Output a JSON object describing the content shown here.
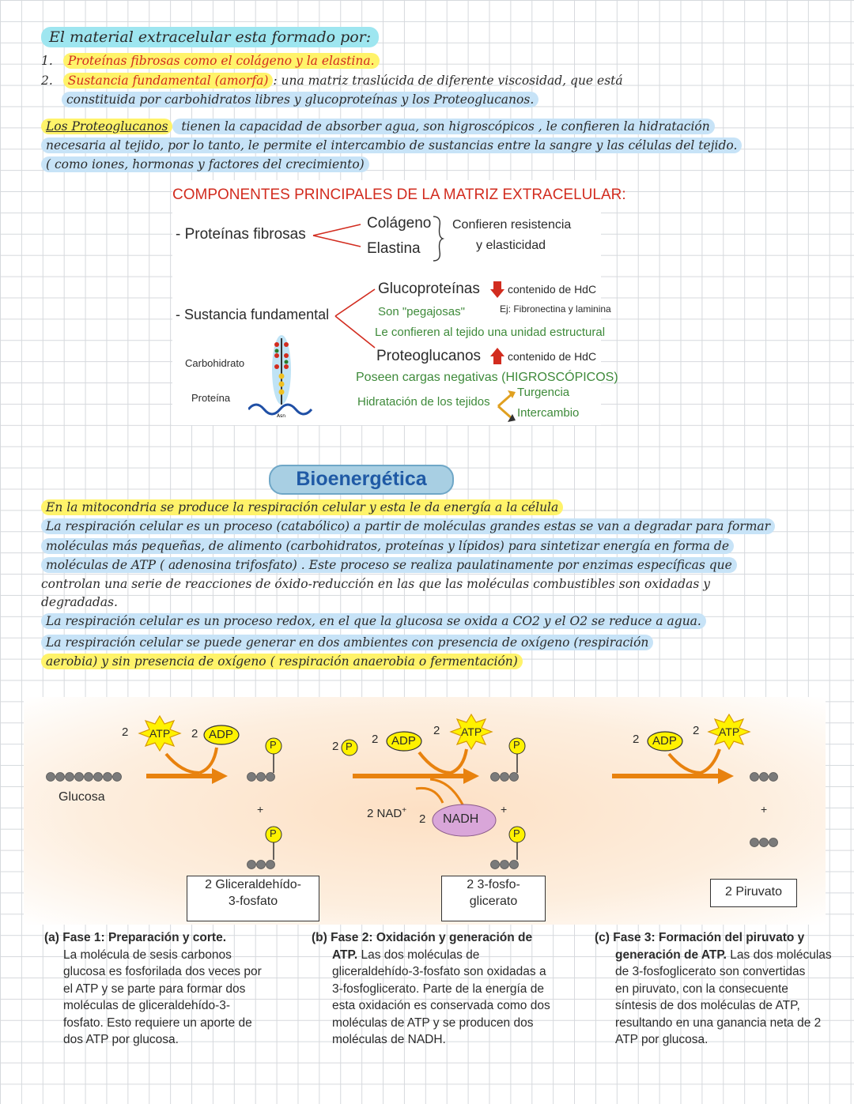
{
  "intro": {
    "heading": "El material extracelular esta formado por:",
    "item1_num": "1.",
    "item1": "Proteínas fibrosas  como el colágeno y la elastina.",
    "item2_num": "2.",
    "item2_hl": "Sustancia fundamental (amorfa)",
    "item2_rest": ": una matriz traslúcida de diferente viscosidad, que  está",
    "item2_cont": "constituida por carbohidratos libres y glucoproteínas y los Proteoglucanos.",
    "p1_a": "Los Proteoglucanos",
    "p1_b": " tienen la capacidad de absorber agua, son higroscópicos , le  confieren la hidratación",
    "p1_line2": "necesaria al tejido, por lo tanto, le permite el intercambio de  sustancias entre la sangre y las células del tejido.",
    "p1_line3": "( como iones, hormonas y factores del crecimiento)"
  },
  "matrix": {
    "title": "COMPONENTES PRINCIPALES DE LA MATRIZ EXTRACELULAR:",
    "fibrosas": "- Proteínas fibrosas",
    "colageno": "Colágeno",
    "elastina": "Elastina",
    "confieren1": "Confieren resistencia",
    "confieren2": "y elasticidad",
    "sustancia": "- Sustancia fundamental",
    "glucoproteinas": "Glucoproteínas",
    "gluco_hdc": "contenido de HdC",
    "pegajosas": "Son \"pegajosas\"",
    "ej": "Ej: Fibronectina y laminina",
    "unidad": "Le confieren al tejido una unidad estructural",
    "proteoglucanos": "Proteoglucanos",
    "proteo_hdc": "contenido de HdC",
    "cargas": "Poseen cargas negativas (HIGROSCÓPICOS)",
    "hidratacion": "Hidratación de los tejidos",
    "turgencia": "Turgencia",
    "intercambio": "Intercambio",
    "carbohidrato": "Carbohidrato",
    "proteina": "Proteína",
    "asn": "Asn"
  },
  "bio": {
    "title": "Bioenergética",
    "l1": "En la mitocondria se produce la respiración celular y esta le da energía a la célula",
    "l2": "La respiración celular es un proceso (catabólico) a partir de moléculas grandes estas se van a degradar para formar",
    "l3": "moléculas más pequeñas,  de alimento (carbohidratos, proteínas y lípidos) para sintetizar energía en forma de",
    "l4": "moléculas de ATP ( adenosina trifosfato) . Este proceso se realiza paulatinamente por enzimas específicas que",
    "l5": "controlan una serie de reacciones de óxido-reducción en las que las moléculas combustibles son oxidadas y",
    "l6": "degradadas.",
    "l7": "La respiración celular es un proceso redox, en el que la glucosa se oxida a CO2 y el O2 se reduce a agua.",
    "l8": "La respiración celular se puede generar en dos ambientes con presencia de oxígeno (respiración",
    "l9": "aerobia) y sin presencia de oxígeno ( respiración anaerobia o fermentación)"
  },
  "figure": {
    "atp": "ATP",
    "adp": "ADP",
    "p": "P",
    "two": "2",
    "plus": "+",
    "glucosa": "Glucosa",
    "nad": "2 NAD",
    "nad_sup": "+",
    "nadh": "NADH",
    "box1_l1": "2  Gliceraldehído-",
    "box1_l2": "3-fosfato",
    "box2_l1": "2  3-fosfo-",
    "box2_l2": "glicerato",
    "box3": "2  Piruvato",
    "cap_a_title": "(a) Fase 1:  Preparación y corte.",
    "cap_a": [
      "La molécula de sesis carbonos",
      "glucosa es fosforilada dos veces por",
      "el ATP y se parte para formar dos",
      "moléculas de gliceraldehído-3-",
      "fosfato. Esto requiere un aporte de",
      "dos ATP por glucosa."
    ],
    "cap_b_title": "(b) Fase 2:  Oxidación y generación de",
    "cap_b_title2": "ATP.",
    "cap_b_first": " Las dos moléculas de",
    "cap_b": [
      "gliceraldehído-3-fosfato son oxidadas a",
      "3-fosfoglicerato. Parte de la energía de",
      "esta oxidación es conservada como dos",
      "moléculas de ATP y se producen dos",
      "moléculas de NADH."
    ],
    "cap_c_title": "(c)  Fase 3:  Formación del piruvato y",
    "cap_c_title2": "generación de ATP.",
    "cap_c_first": " Las dos moléculas",
    "cap_c": [
      "de 3-fosfoglicerato son convertidas",
      "en piruvato, con la consecuente",
      "síntesis de dos moléculas de ATP,",
      "resultando en una ganancia neta de 2",
      "ATP por glucosa."
    ]
  },
  "colors": {
    "red": "#d22c1f",
    "yellow": "#fff36a",
    "blue_hl": "#c7e3f7",
    "orange": "#e8820e",
    "purple": "#d9a6d9"
  }
}
